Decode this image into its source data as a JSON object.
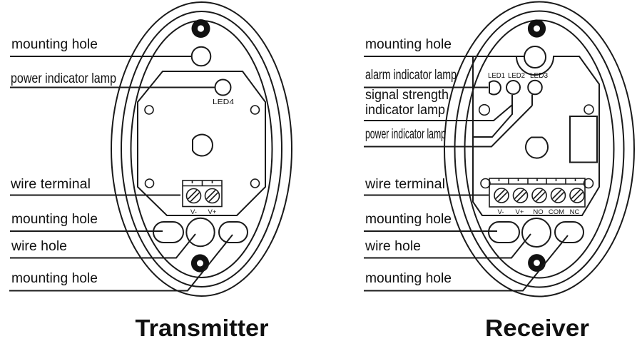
{
  "transmitter": {
    "title": "Transmitter",
    "labels": {
      "mounting_hole_top": "mounting hole",
      "power_indicator_lamp": "power indicator lamp",
      "wire_terminal": "wire terminal",
      "mounting_hole_mid": "mounting hole",
      "wire_hole": "wire hole",
      "mounting_hole_bottom": "mounting hole"
    },
    "led_label": "LED4",
    "terminals": [
      "V-",
      "V+"
    ]
  },
  "receiver": {
    "title": "Receiver",
    "labels": {
      "mounting_hole_top": "mounting hole",
      "alarm_indicator_lamp": "alarm indicator lamp",
      "signal_strength_line1": "signal strength",
      "signal_strength_line2": "indicator lamp",
      "power_indicator_lamp": "power indicator lamp",
      "wire_terminal": "wire terminal",
      "mounting_hole_mid": "mounting hole",
      "wire_hole": "wire hole",
      "mounting_hole_bottom": "mounting hole"
    },
    "led_labels": [
      "LED1",
      "LED2",
      "LED3"
    ],
    "terminals": [
      "V-",
      "V+",
      "NO",
      "COM",
      "NC"
    ]
  },
  "colors": {
    "line": "#1a1a1a",
    "background": "#ffffff"
  }
}
